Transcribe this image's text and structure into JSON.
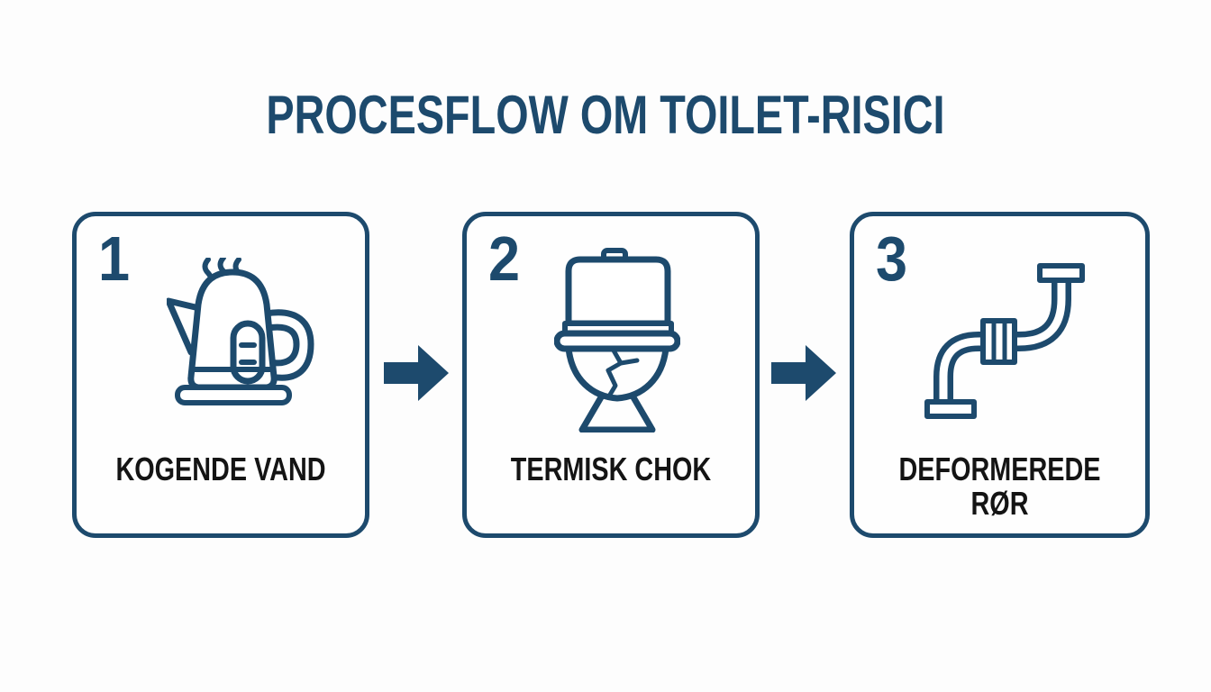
{
  "title": "PROCESFLOW OM TOILET-RISICI",
  "colors": {
    "accent_blue": "#1d4a6d",
    "label_black": "#141414",
    "background": "#fdfdfd",
    "box_background": "#fefefe"
  },
  "steps": [
    {
      "number": "1",
      "label": "KOGENDE VAND",
      "icon": "kettle-steam-icon"
    },
    {
      "number": "2",
      "label": "TERMISK CHOK",
      "icon": "cracked-toilet-icon"
    },
    {
      "number": "3",
      "label": "DEFORMEREDE\nRØR",
      "icon": "deformed-pipe-icon"
    }
  ],
  "connectors": [
    {
      "icon": "arrow-right-icon"
    },
    {
      "icon": "arrow-right-icon"
    }
  ]
}
